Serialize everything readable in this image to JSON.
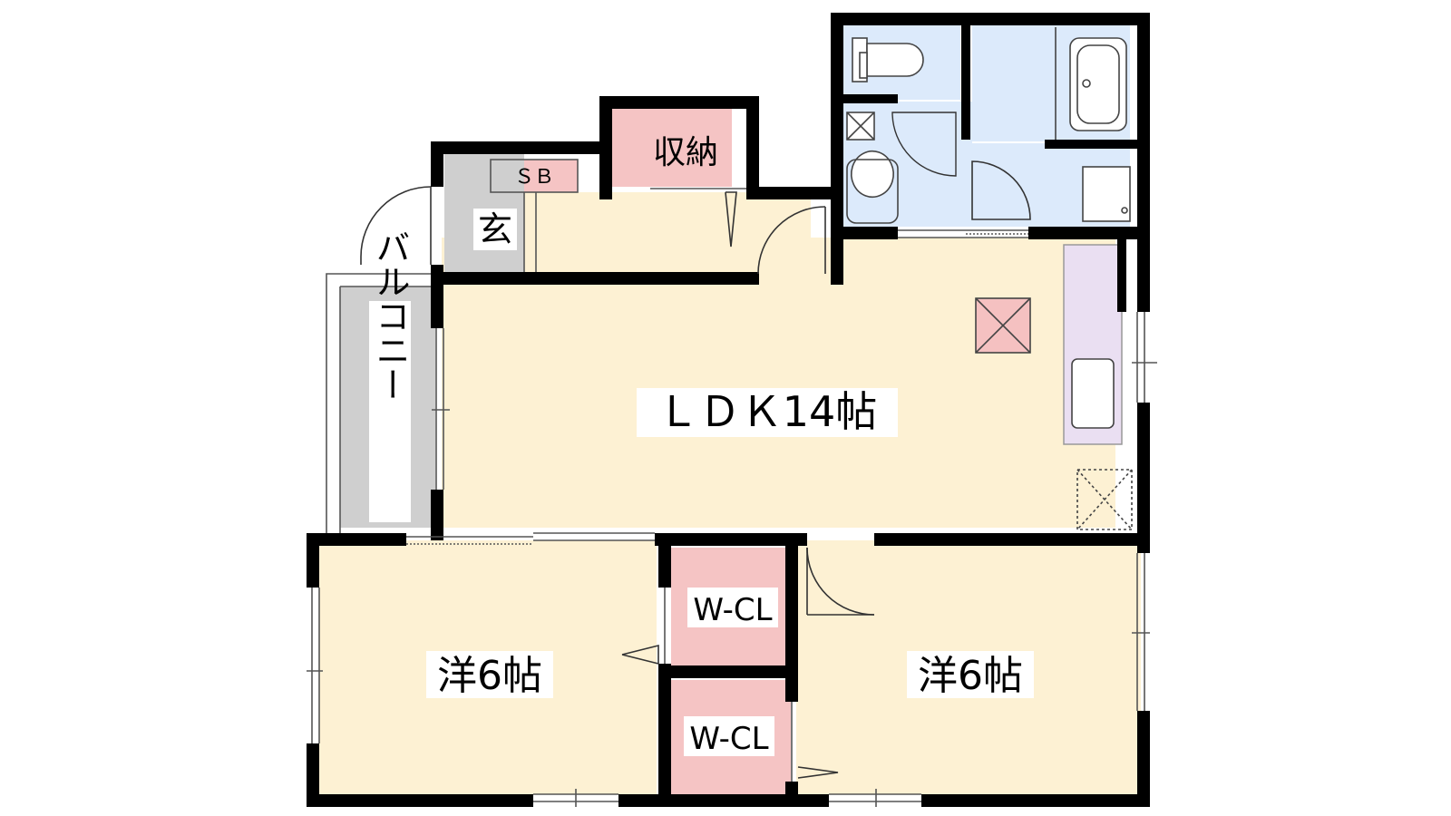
{
  "labels": {
    "storage": "収納",
    "shoe_box": "ＳＢ",
    "entrance": "玄",
    "balcony": "バルコニー",
    "ldk": "ＬＤＫ14帖",
    "walk_in_closet_1": "W-CL",
    "walk_in_closet_2": "W-CL",
    "western_room_1": "洋6帖",
    "western_room_2": "洋6帖"
  },
  "colors": {
    "floor_living": "#fdf1d3",
    "closet_pink": "#f5c4c4",
    "wet_area_blue": "#dceafb",
    "kitchen_purple": "#eadff2",
    "entrance_gray": "#cfcfcf",
    "wall": "#000000",
    "hatch_fill": "#f5c1c1"
  }
}
